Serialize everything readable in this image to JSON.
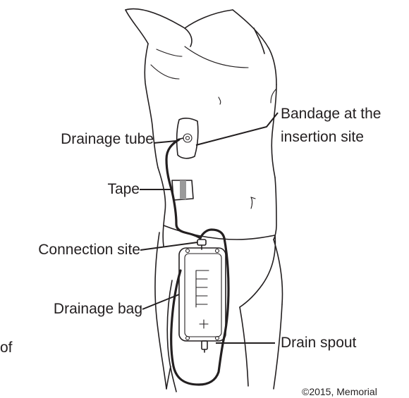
{
  "labels": {
    "drainage_tube": "Drainage tube",
    "bandage_line1": "Bandage at the",
    "bandage_line2": "insertion site",
    "tape": "Tape",
    "connection_site": "Connection site",
    "drainage_bag": "Drainage bag",
    "drain_spout": "Drain spout",
    "cut_text": "of"
  },
  "copyright": "©2015, Memorial",
  "colors": {
    "ink": "#231f20",
    "tape_stripe": "#9a9a9a",
    "background": "#ffffff"
  }
}
